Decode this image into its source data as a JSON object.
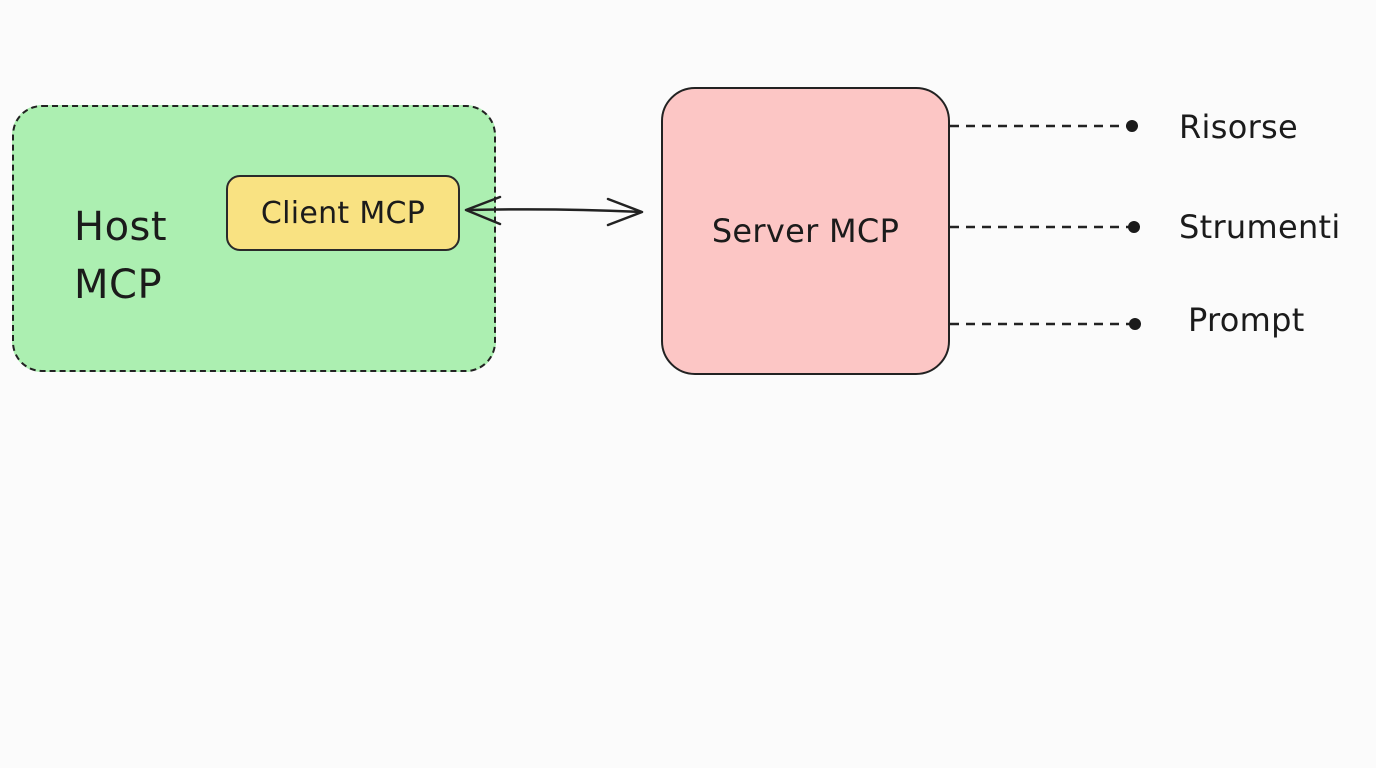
{
  "host": {
    "label": "Host\nMCP"
  },
  "client": {
    "label": "Client MCP"
  },
  "server": {
    "label": "Server MCP"
  },
  "server_outputs": [
    {
      "label": "Risorse"
    },
    {
      "label": "Strumenti"
    },
    {
      "label": "Prompt"
    }
  ],
  "colors": {
    "host_fill": "#acefb1",
    "client_fill": "#f9e282",
    "server_fill": "#fcc6c5",
    "stroke": "#222222"
  }
}
